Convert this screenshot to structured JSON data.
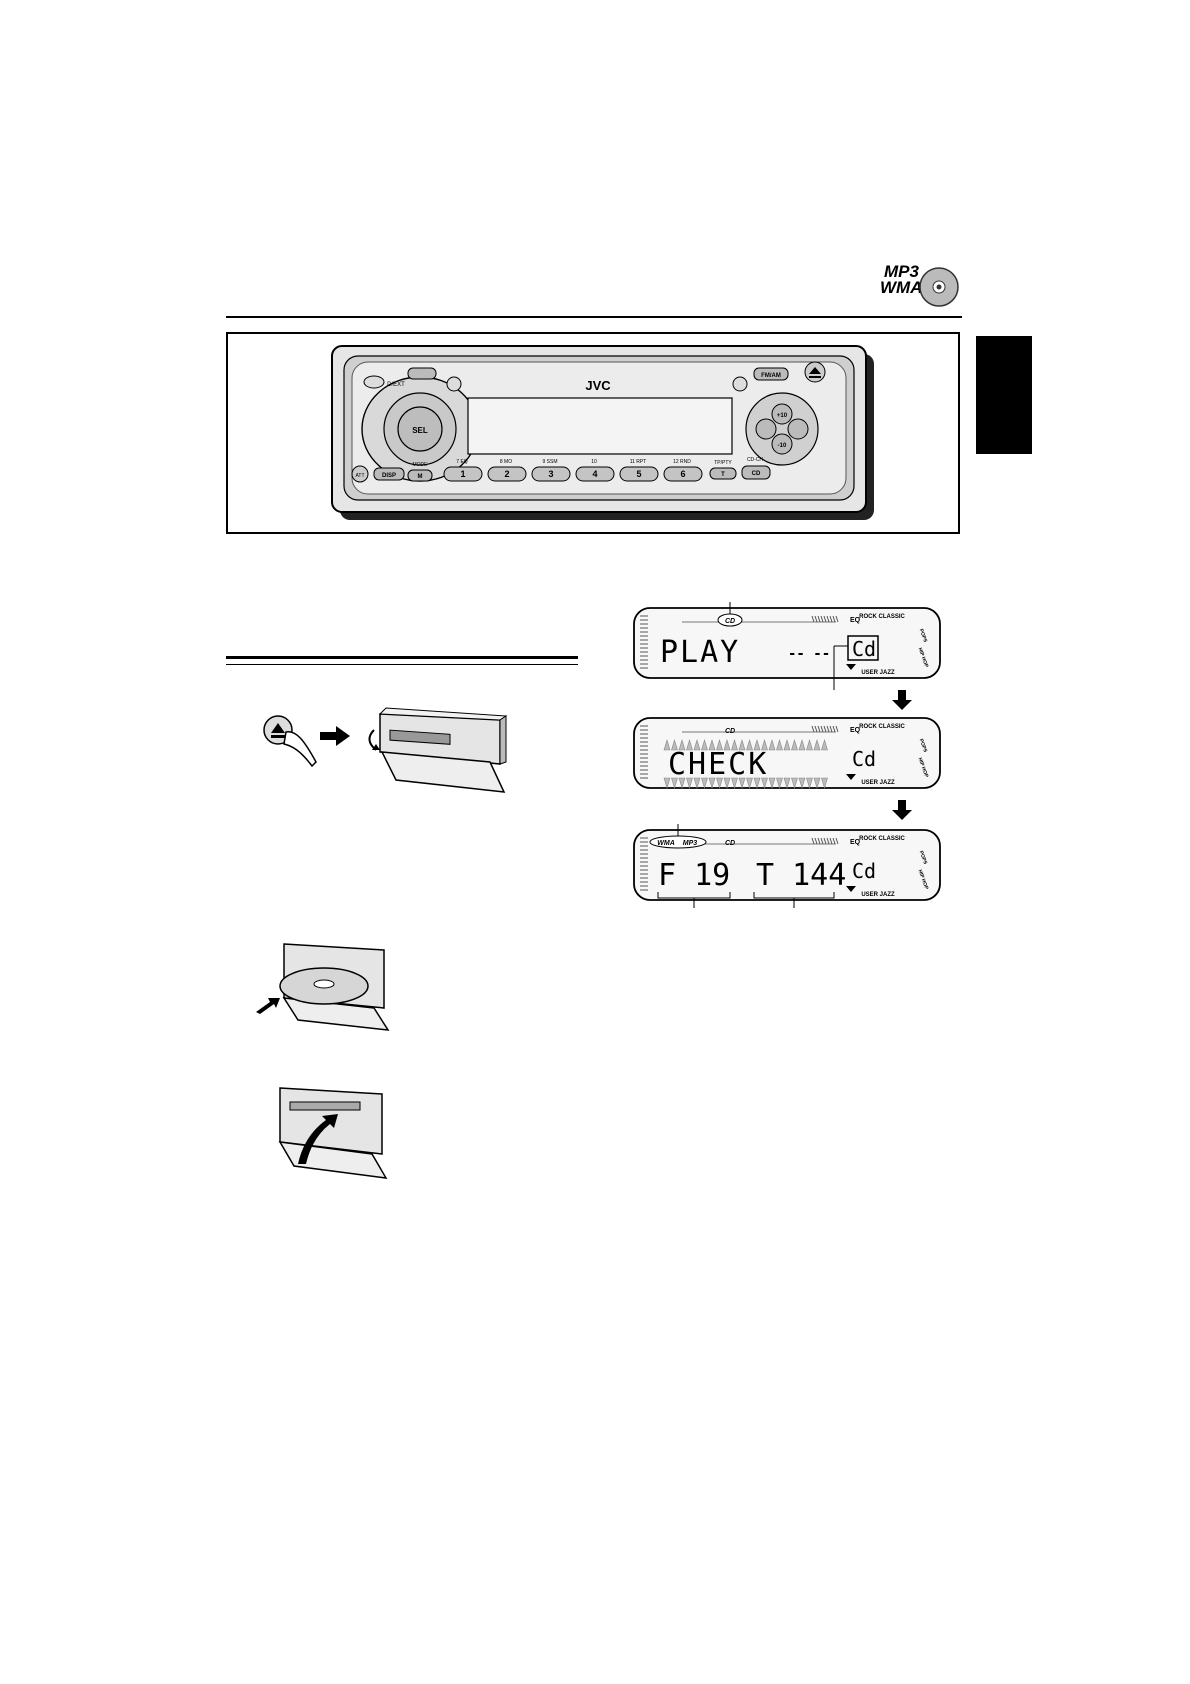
{
  "header": {
    "badge_line1": "MP3",
    "badge_line2": "WMA"
  },
  "unit": {
    "brand": "JVC",
    "btn_fmam": "FM/AM",
    "btn_sel": "SEL",
    "btn_att": "ATT",
    "btn_disp": "DISP",
    "btn_mode": "MODE",
    "btn_mode_short": "M",
    "btn_t": "T",
    "btn_cd": "CD",
    "label_tppty": "TP/PTY",
    "label_cdch": "CD-CH",
    "label_plus10": "+10",
    "label_minus10": "-10",
    "label_ext": "D/EXT",
    "presets": [
      {
        "num": "1",
        "func": "7  EQ"
      },
      {
        "num": "2",
        "func": "8  MO"
      },
      {
        "num": "3",
        "func": "9  SSM"
      },
      {
        "num": "4",
        "func": "10"
      },
      {
        "num": "5",
        "func": "11  RPT"
      },
      {
        "num": "6",
        "func": "12  RND"
      }
    ]
  },
  "lcd": {
    "cd_mark": "CD",
    "eq_mark": "EQ",
    "modes": [
      "ROCK",
      "CLASSIC",
      "POPS",
      "HIP HOP",
      "USER",
      "JAZZ"
    ],
    "source": "Cd",
    "panel1": {
      "main": "PLAY",
      "aux": "-- --"
    },
    "panel2": {
      "main": "CHECK"
    },
    "panel3": {
      "fmt1": "WMA",
      "fmt2": "MP3",
      "folder": "F 19",
      "track": "T 144"
    }
  }
}
